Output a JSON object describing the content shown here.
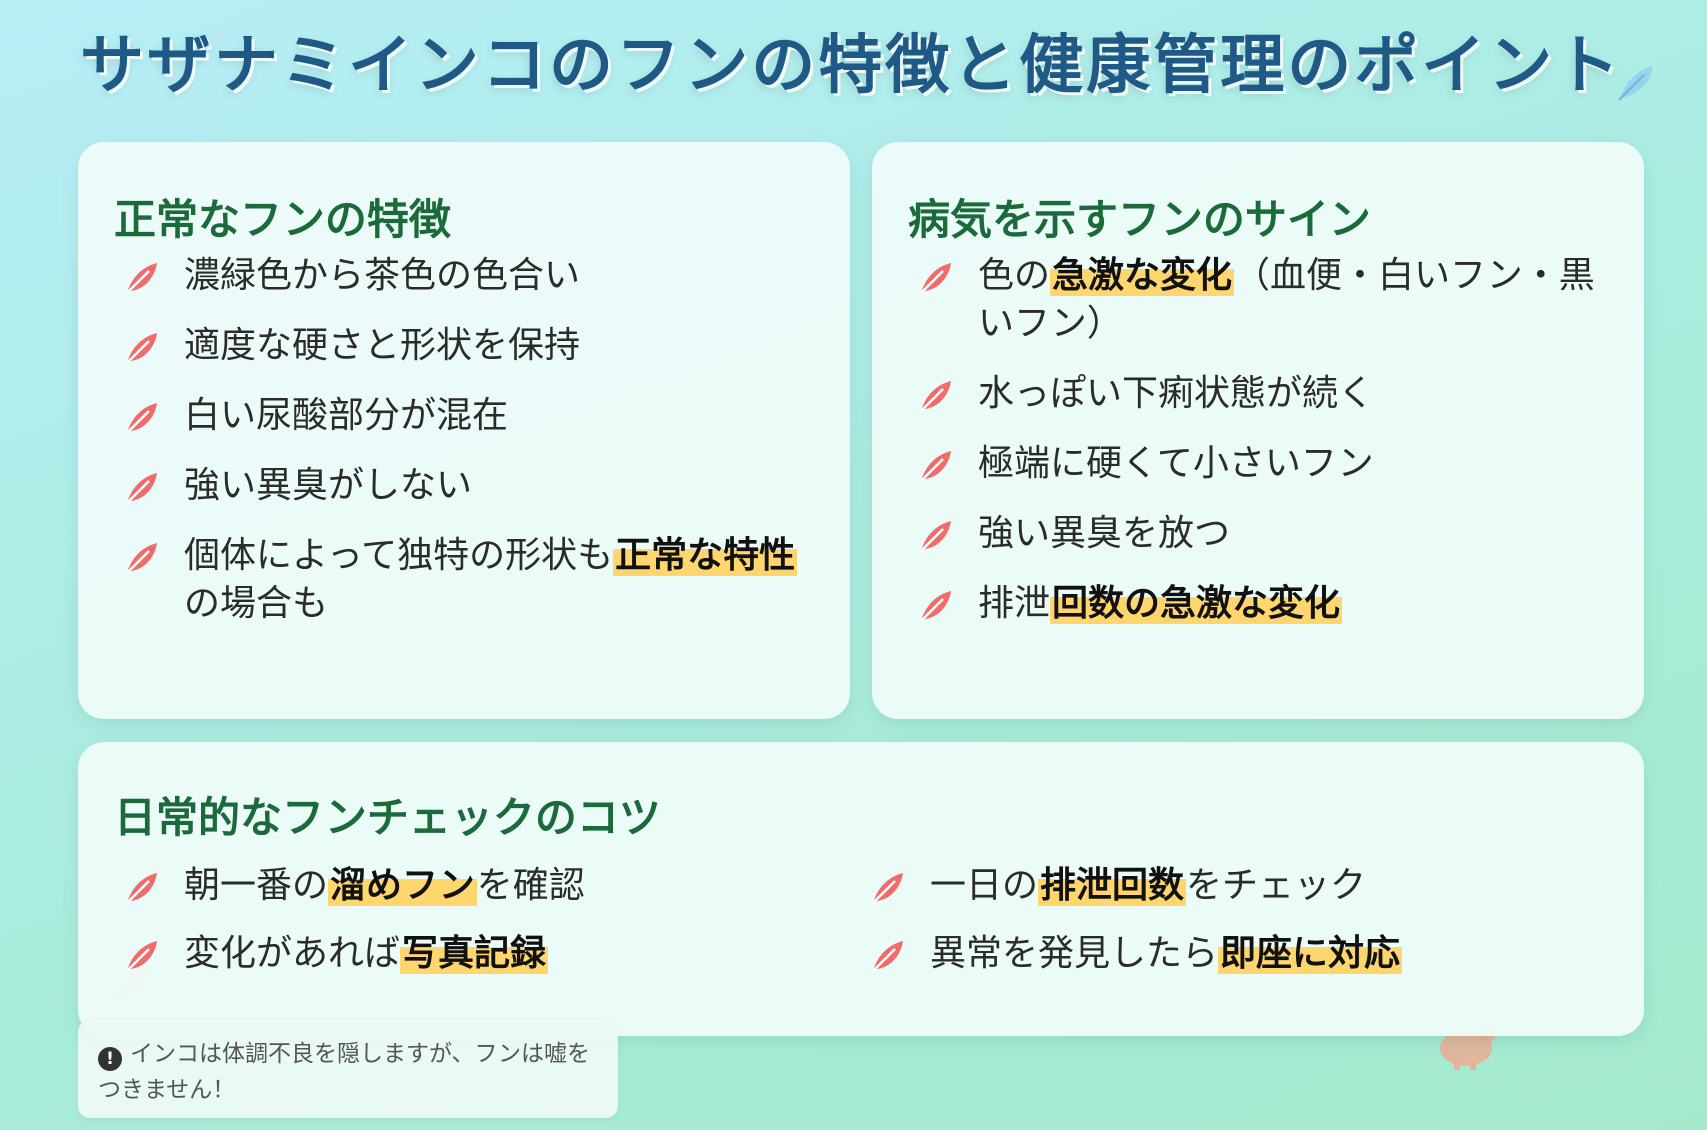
{
  "page": {
    "title": "サザナミインコのフンの特徴と健康管理のポイント"
  },
  "colors": {
    "title": "#1f5a86",
    "heading": "#1b6b3a",
    "highlight": "#ffd66e",
    "leaf": "#f26b6b"
  },
  "icons": {
    "bullet": "feather-icon",
    "note": "exclamation-circle-icon"
  },
  "normal": {
    "title": "正常なフンの特徴",
    "items": [
      {
        "text": "濃緑色から茶色の色合い"
      },
      {
        "text": "適度な硬さと形状を保持"
      },
      {
        "text": "白い尿酸部分が混在"
      },
      {
        "text": "強い異臭がしない"
      },
      {
        "before": "個体によって独特の形状も",
        "highlight": "正常な特性",
        "after": "の場合も"
      }
    ]
  },
  "disease": {
    "title": "病気を示すフンのサイン",
    "items": [
      {
        "before": "色の",
        "highlight": "急激な変化",
        "after": "（血便・白いフン・黒いフン）"
      },
      {
        "text": "水っぽい下痢状態が続く"
      },
      {
        "text": "極端に硬くて小さいフン"
      },
      {
        "text": "強い異臭を放つ"
      },
      {
        "before": "排泄",
        "highlight": "回数の急激な変化",
        "after": ""
      }
    ]
  },
  "tips": {
    "title": "日常的なフンチェックのコツ",
    "left": [
      {
        "before": "朝一番の",
        "highlight": "溜めフン",
        "after": "を確認"
      },
      {
        "before": "変化があれば",
        "highlight": "写真記録",
        "after": ""
      }
    ],
    "right": [
      {
        "before": "一日の",
        "highlight": "排泄回数",
        "after": "をチェック"
      },
      {
        "before": "異常を発見したら",
        "highlight": "即座に対応",
        "after": ""
      }
    ]
  },
  "note": {
    "text": "インコは体調不良を隠しますが、フンは嘘をつきません！"
  }
}
